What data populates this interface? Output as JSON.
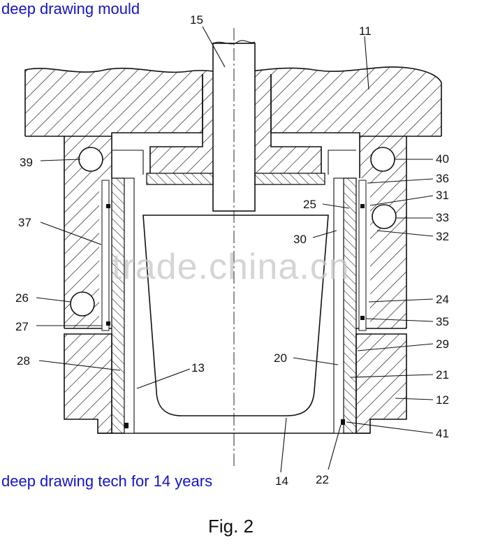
{
  "header_text": "deep drawing mould",
  "footer_text": "deep drawing tech for 14 years",
  "figure_caption": "Fig. 2",
  "watermark": "trade.china.cn",
  "labels": {
    "l15": "15",
    "l11": "11",
    "l39": "39",
    "l40": "40",
    "l36": "36",
    "l31": "31",
    "l25": "25",
    "l33": "33",
    "l37": "37",
    "l30": "30",
    "l32": "32",
    "l26": "26",
    "l24": "24",
    "l27": "27",
    "l35": "35",
    "l29": "29",
    "l28": "28",
    "l13": "13",
    "l20": "20",
    "l21": "21",
    "l12": "12",
    "l41": "41",
    "l22": "22",
    "l14": "14"
  },
  "colors": {
    "caption_blue": "#1414c8",
    "line": "#111111",
    "watermark": "#c8c8c8"
  }
}
